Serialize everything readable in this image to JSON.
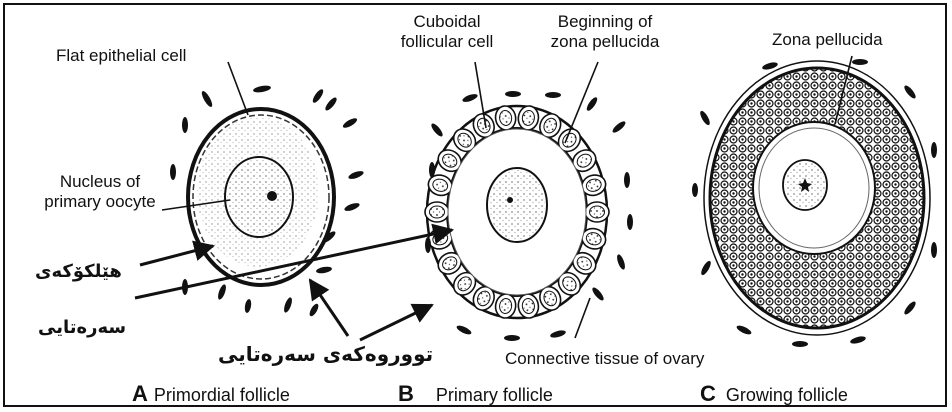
{
  "labels": {
    "flat_epithelial_cell": "Flat epithelial cell",
    "nucleus_of_primary_oocyte_1": "Nucleus of",
    "nucleus_of_primary_oocyte_2": "primary oocyte",
    "cuboidal_follicular_cell_1": "Cuboidal",
    "cuboidal_follicular_cell_2": "follicular cell",
    "beginning_of_zona_1": "Beginning of",
    "beginning_of_zona_2": "zona pellucida",
    "zona_pellucida": "Zona pellucida",
    "connective_tissue": "Connective tissue of ovary"
  },
  "kurdish_labels": {
    "nucleus": "هێلکۆکەی",
    "primary": "سەرەتایی",
    "primary_follicle_sac": "تووروەکەی سەرەتایی"
  },
  "captions": [
    {
      "letter": "A",
      "text": "Primordial follicle"
    },
    {
      "letter": "B",
      "text": "Primary follicle"
    },
    {
      "letter": "C",
      "text": "Growing follicle"
    }
  ],
  "colors": {
    "ink": "#111111",
    "cell_fill": "#ffffff"
  }
}
